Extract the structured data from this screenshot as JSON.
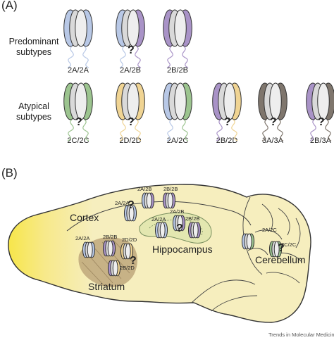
{
  "panels": {
    "a": "(A)",
    "b": "(B)"
  },
  "rows": {
    "predominant": [
      "Predominant",
      "subtypes"
    ],
    "atypical": [
      "Atypical",
      "subtypes"
    ]
  },
  "question_mark": "?",
  "subtypes_predominant": [
    "2A/2A",
    "2A/2B",
    "2B/2B"
  ],
  "subtypes_atypical": [
    "2C/2C",
    "2D/2D",
    "2A/2C",
    "2B/2D",
    "3A/3A",
    "2B/3A"
  ],
  "colors": {
    "2A": "#b8c8e6",
    "2B": "#a993c7",
    "2C": "#9cc48f",
    "2D": "#f0d493",
    "3A": "#7f766d",
    "center": "#d9d9d9",
    "brain_fill": "#f6eebe",
    "brain_stroke": "#333333",
    "olfactory": "#f5e34a"
  },
  "brain": {
    "regions": {
      "cortex": "Cortex",
      "striatum": "Striatum",
      "hippocampus": "Hippocampus",
      "cerebellum": "Cerebellum"
    },
    "labels": {
      "cortex_a": "2A/2A",
      "cortex_b": "2A/2B",
      "cortex_c": "2B/2B",
      "str_a": "2A/2A",
      "str_b": "2B/2B",
      "str_c": "2D/2D",
      "str_d": "2B/2D",
      "hip_a": "2A/2A",
      "hip_b": "2A/2B",
      "hip_c": "2B/2B",
      "cb_a": "2A/2C",
      "cb_b": "2C/2C"
    }
  },
  "credit": "Trends in Molecular Medicine"
}
